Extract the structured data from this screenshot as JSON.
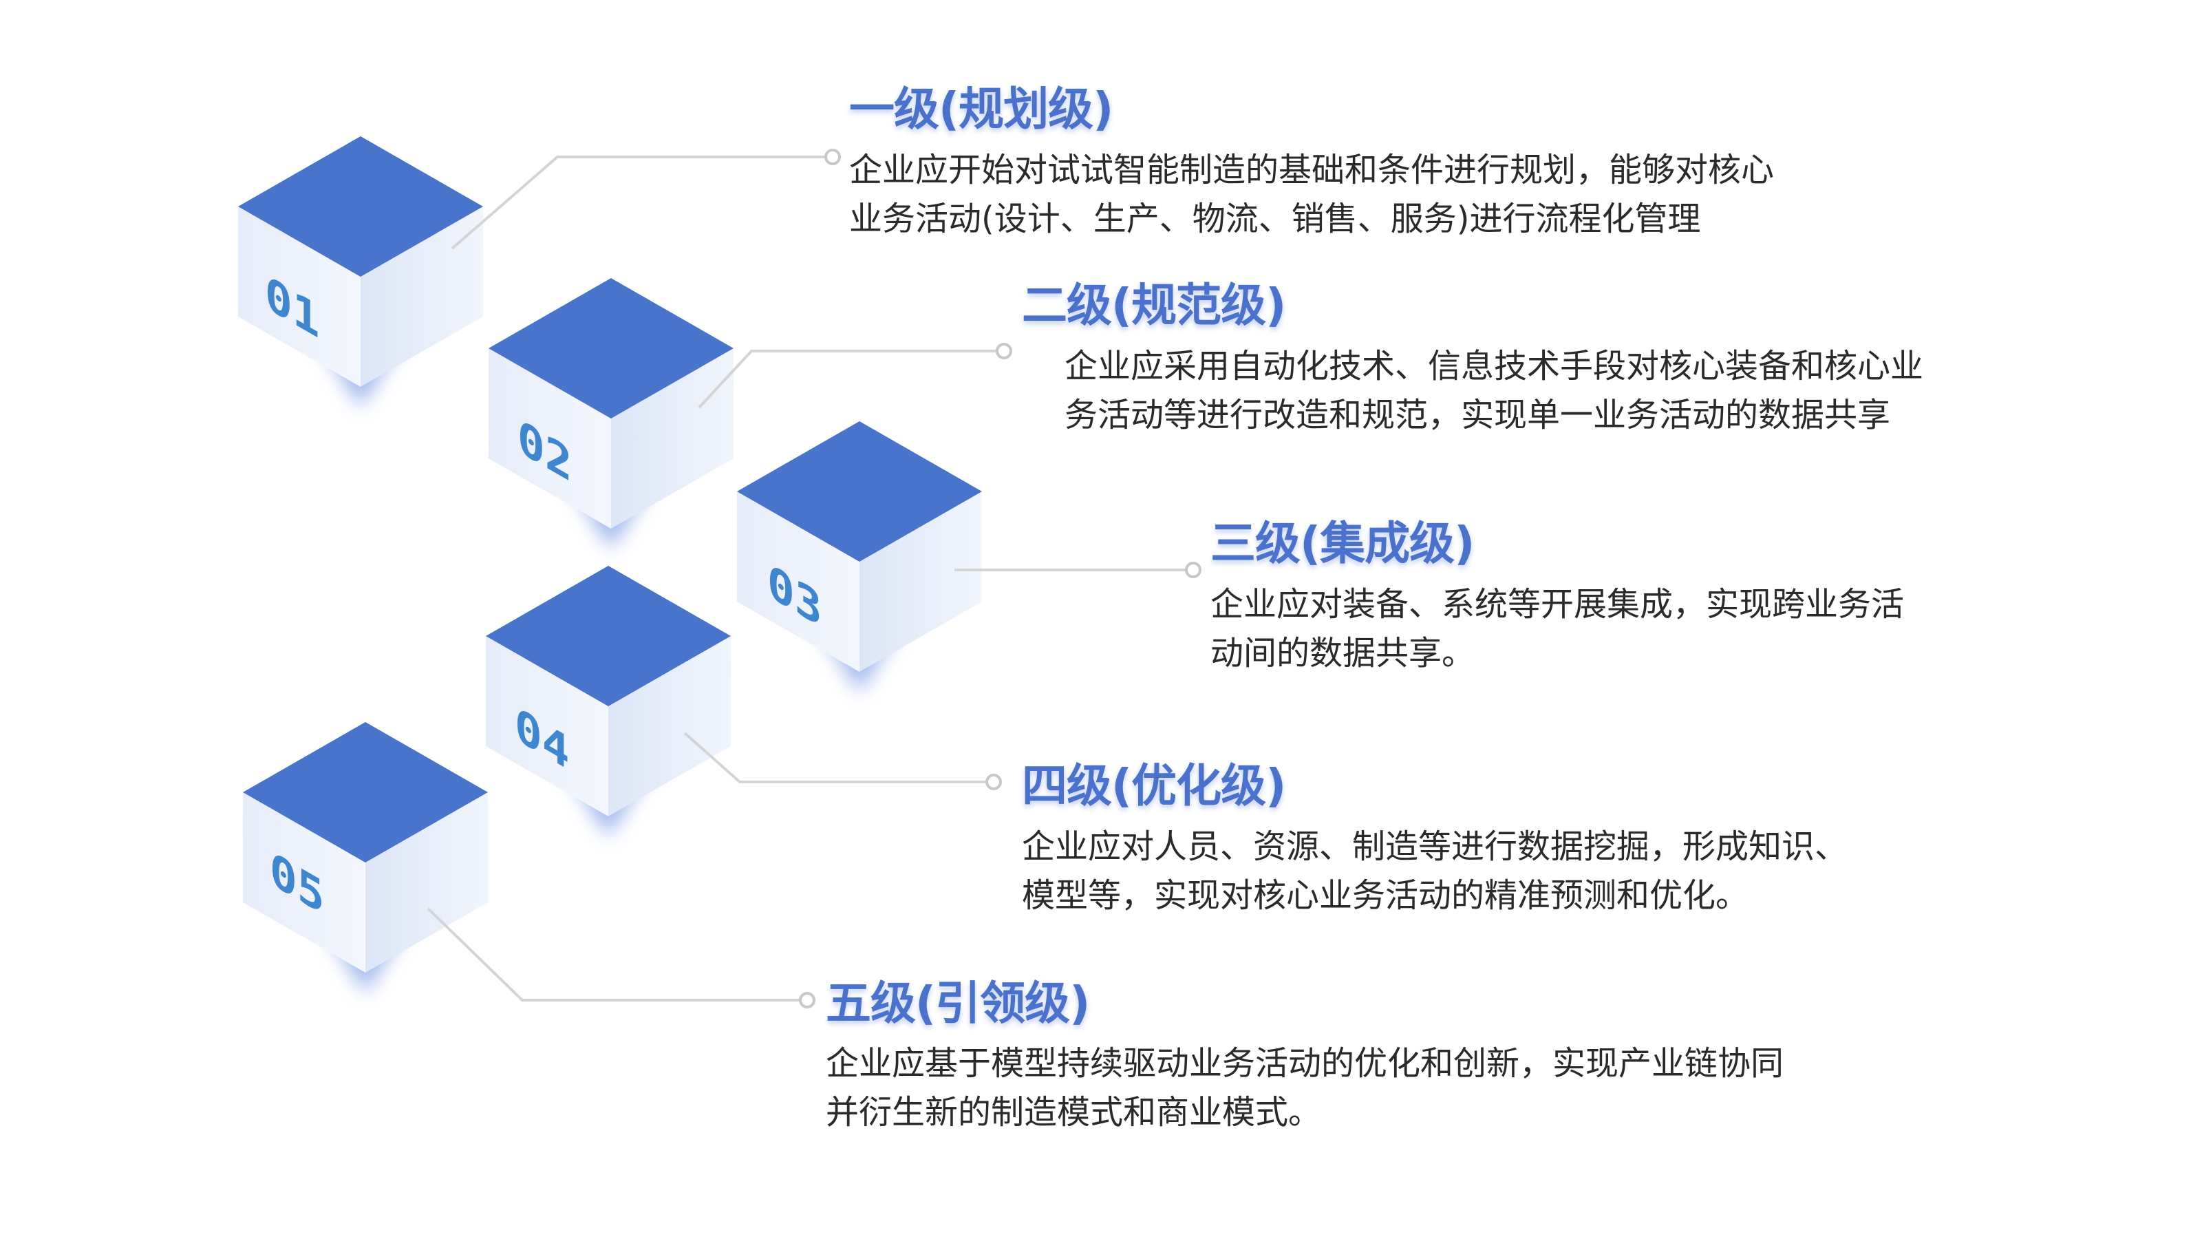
{
  "colors": {
    "accent": "#4a72cc",
    "cube_top": "#4874cc",
    "number": "#3f86d0",
    "connector": "#d4d4d4"
  },
  "levels": [
    {
      "number": "01",
      "title": "一级(规划级)",
      "lines": [
        "企业应开始对试试智能制造的基础和条件进行规划，能够对核心",
        "业务活动(设计、生产、物流、销售、服务)进行流程化管理"
      ]
    },
    {
      "number": "02",
      "title": "二级(规范级)",
      "lines": [
        "企业应采用自动化技术、信息技术手段对核心装备和核心业",
        "务活动等进行改造和规范，实现单一业务活动的数据共享"
      ]
    },
    {
      "number": "03",
      "title": "三级(集成级)",
      "lines": [
        "企业应对装备、系统等开展集成，实现跨业务活",
        "动间的数据共享。"
      ]
    },
    {
      "number": "04",
      "title": "四级(优化级)",
      "lines": [
        "企业应对人员、资源、制造等进行数据挖掘，形成知识、",
        "模型等，实现对核心业务活动的精准预测和优化。"
      ]
    },
    {
      "number": "05",
      "title": "五级(引领级)",
      "lines": [
        "企业应基于模型持续驱动业务活动的优化和创新，实现产业链协同",
        "并衍生新的制造模式和商业模式。"
      ]
    }
  ]
}
